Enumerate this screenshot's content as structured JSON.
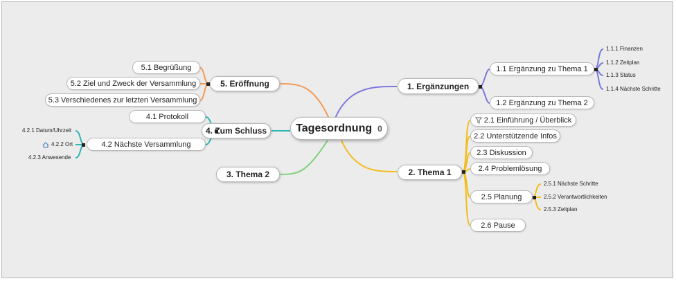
{
  "central": {
    "label": "Tagesordnung",
    "badge": "0"
  },
  "colors": {
    "branch1": "#7c78dc",
    "branch2": "#f2bd1c",
    "branch3": "#7dd079",
    "branch4": "#2cb6b4",
    "branch5": "#f49a55"
  },
  "topics": {
    "t1": {
      "label": "1.  Ergänzungen",
      "children": {
        "c1": {
          "label": "1.1  Ergänzung zu Thema 1",
          "children": {
            "a": "1.1.1   Finanzen",
            "b": "1.1.2   Zeitplan",
            "c": "1.1.3   Status",
            "d": "1.1.4   Nächste Schritte"
          }
        },
        "c2": {
          "label": "1.2  Ergänzung zu Thema 2"
        }
      }
    },
    "t2": {
      "label": "2.  Thema 1",
      "children": {
        "c1": {
          "label": "2.1  Einführung / Überblick",
          "icon": "funnel-icon"
        },
        "c2": {
          "label": "2.2  Unterstützende Infos"
        },
        "c3": {
          "label": "2.3  Diskussion"
        },
        "c4": {
          "label": "2.4  Problemlösung"
        },
        "c5": {
          "label": "2.5  Planung",
          "children": {
            "a": "2.5.1   Nächste Schritte",
            "b": "2.5.2   Verantwortlichkeiten",
            "c": "2.5.3   Zeitplan"
          }
        },
        "c6": {
          "label": "2.6  Pause"
        }
      }
    },
    "t3": {
      "label": "3.  Thema 2"
    },
    "t4": {
      "label": "4.  Zum Schluss",
      "children": {
        "c1": {
          "label": "4.1  Protokoll"
        },
        "c2": {
          "label": "4.2  Nächste Versammlung",
          "children": {
            "a": "4.2.1   Datum/Uhrzeit",
            "b": "4.2.2   Ort",
            "c": "4.2.3   Anwesende"
          },
          "location_icon": "house-icon"
        }
      }
    },
    "t5": {
      "label": "5.  Eröffnung",
      "children": {
        "c1": {
          "label": "5.1  Begrüßung"
        },
        "c2": {
          "label": "5.2  Ziel und Zweck der Versammlung"
        },
        "c3": {
          "label": "5.3  Verschiedenes zur letzten Versammlung"
        }
      }
    }
  }
}
